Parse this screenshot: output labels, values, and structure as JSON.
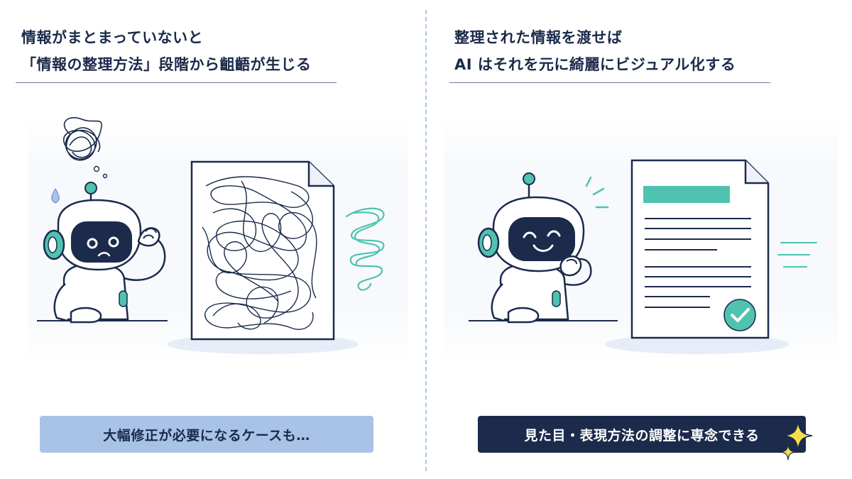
{
  "left": {
    "heading_line1": "情報がまとまっていないと",
    "heading_line2": "「情報の整理方法」段階から齟齬が生じる",
    "caption": "大幅修正が必要になるケースも…",
    "illustration": {
      "robot_expression": "confused",
      "document_state": "tangled-scribbles",
      "icons": [
        "tangle-thought-icon",
        "sweat-drop-icon",
        "squiggle-icon"
      ]
    }
  },
  "right": {
    "heading_line1": "整理された情報を渡せば",
    "heading_line2": "AI はそれを元に綺麗にビジュアル化する",
    "caption": "見た目・表現方法の調整に専念できる",
    "illustration": {
      "robot_expression": "smiling",
      "document_state": "organized-lines",
      "icons": [
        "check-icon",
        "sparkle-icon",
        "speed-lines-icon"
      ]
    }
  },
  "colors": {
    "navy": "#1c2b4c",
    "teal": "#4fc3b0",
    "light_blue_caption": "#a8c3e6",
    "divider": "#a9c9e6",
    "sparkle": "#f5e04a"
  }
}
